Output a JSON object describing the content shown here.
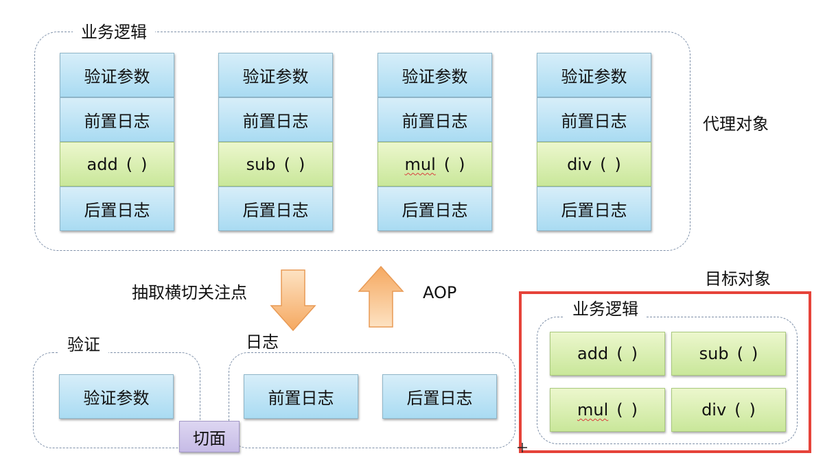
{
  "proxy_group": {
    "title": "业务逻辑",
    "side_label": "代理对象",
    "columns": [
      {
        "verify": "验证参数",
        "pre_log": "前置日志",
        "method": "add",
        "post_log": "后置日志"
      },
      {
        "verify": "验证参数",
        "pre_log": "前置日志",
        "method": "sub",
        "post_log": "后置日志"
      },
      {
        "verify": "验证参数",
        "pre_log": "前置日志",
        "method": "mul",
        "post_log": "后置日志"
      },
      {
        "verify": "验证参数",
        "pre_log": "前置日志",
        "method": "div",
        "post_log": "后置日志"
      }
    ],
    "paren_open": "(",
    "paren_close": ")"
  },
  "arrows": {
    "extract_label": "抽取横切关注点",
    "aop_label": "AOP",
    "colors": {
      "arrow_top": "#fde2c2",
      "arrow_bottom": "#f5a860"
    }
  },
  "aspects": {
    "verify_group": {
      "title": "验证",
      "item": "验证参数"
    },
    "log_group": {
      "title": "日志",
      "items": [
        "前置日志",
        "后置日志"
      ]
    },
    "aspect_tag": "切面"
  },
  "target": {
    "label": "目标对象",
    "group_title": "业务逻辑",
    "methods": [
      "add",
      "sub",
      "mul",
      "div"
    ],
    "highlight_color": "#e6433a"
  }
}
